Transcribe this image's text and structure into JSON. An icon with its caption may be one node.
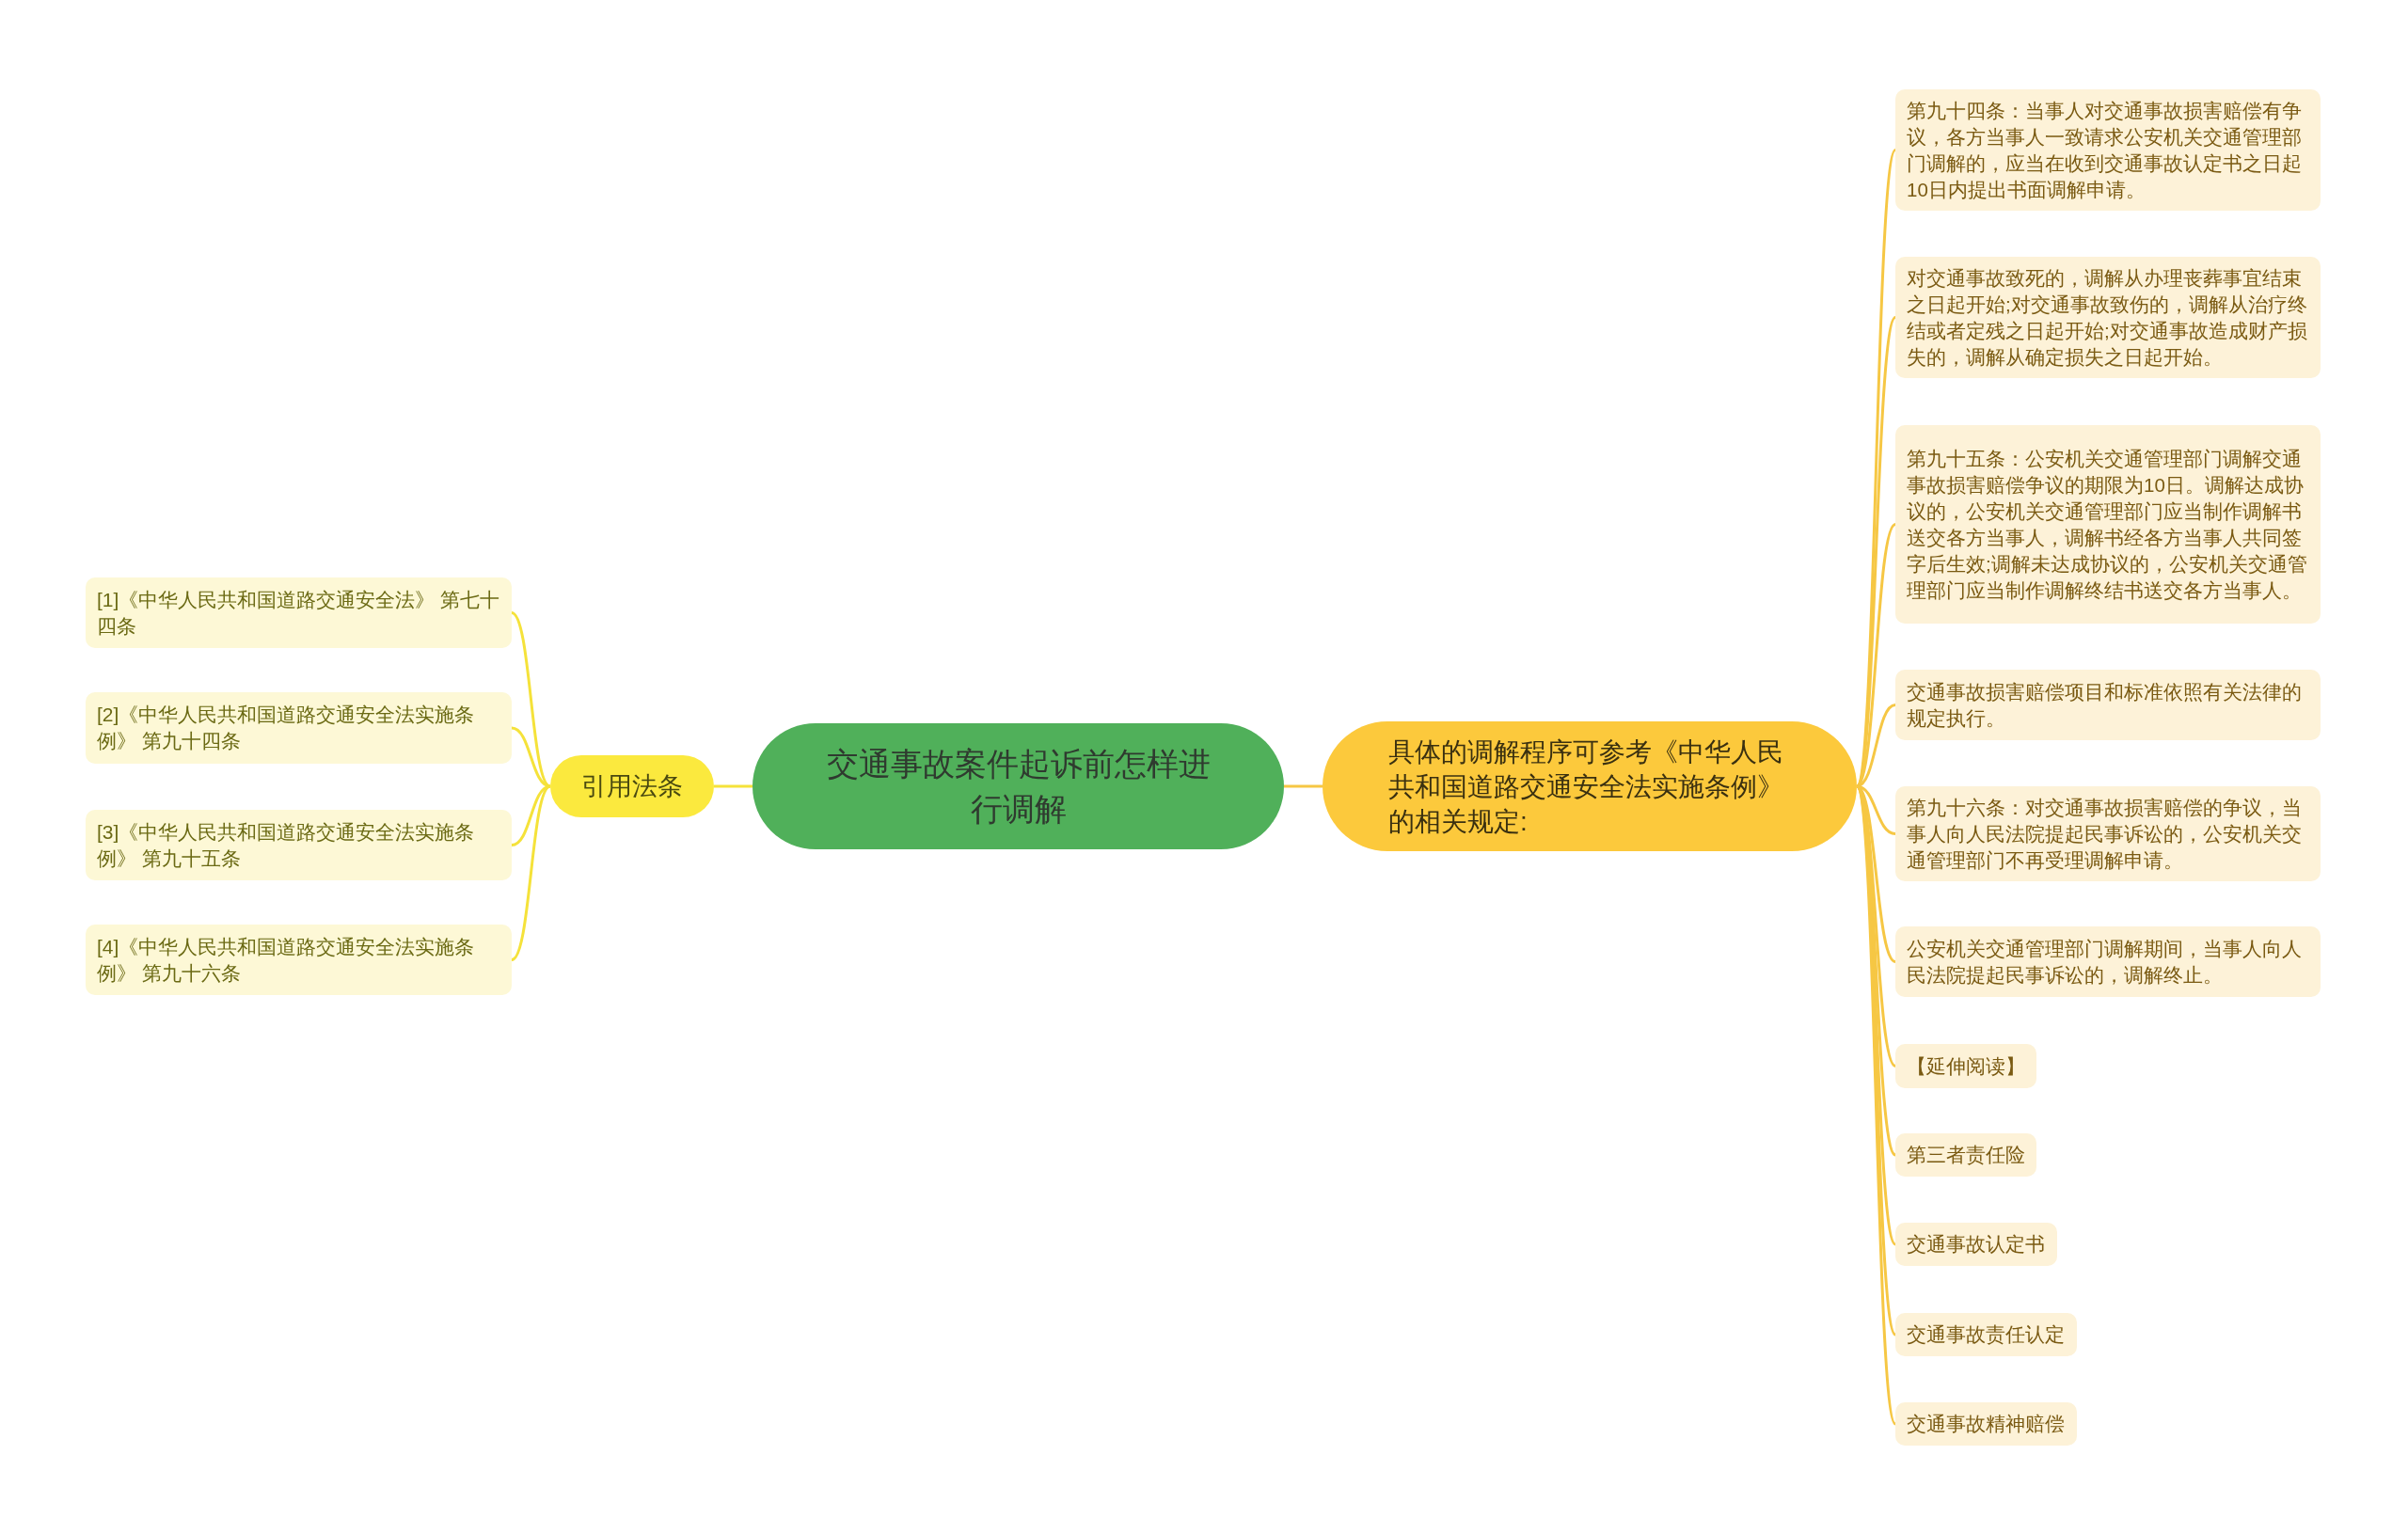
{
  "diagram": {
    "nodes": [
      {
        "text": [
          "交通事故案件起诉前怎样进行调解"
        ]
      },
      {
        "text": [
          "引用法条"
        ]
      },
      {
        "text": [
          "[1]《中华人民共和国道路交通安全法》 第七十四条"
        ]
      },
      {
        "text": [
          "[2]《中华人民共和国道路交通安全法实施条例》 第九十四条"
        ]
      },
      {
        "text": [
          "[3]《中华人民共和国道路交通安全法实施条例》 第九十五条"
        ]
      },
      {
        "text": [
          "[4]《中华人民共和国道路交通安全法实施条例》 第九十六条"
        ]
      },
      {
        "text": [
          "具体的调解程序可参考《中华人民共和国道路交通安全法实施条例》的相关规定:"
        ]
      },
      {
        "text": [
          "第九十四条：当事人对交通事故损害赔偿有争议，各方当事人一致请求公安机关交通管理部门调解的，应当在收到交通事故认定书之日起10日内提出书面调解申请。"
        ]
      },
      {
        "text": [
          "对交通事故致死的，调解从办理丧葬事宜结束之日起开始;对交通事故致伤的，调解从治疗终结或者定残之日起开始;对交通事故造成财产损失的，调解从确定损失之日起开始。"
        ]
      },
      {
        "text": [
          "第九十五条：公安机关交通管理部门调解交通事故损害赔偿争议的期限为10日。调解达成协议的，公安机关交通管理部门应当制作调解书送交各方当事人，调解书经各方当事人共同签字后生效;调解未达成协议的，公安机关交通管理部门应当制作调解终结书送交各方当事人。"
        ]
      },
      {
        "text": [
          "交通事故损害赔偿项目和标准依照有关法律的规定执行。"
        ]
      },
      {
        "text": [
          "第九十六条：对交通事故损害赔偿的争议，当事人向人民法院提起民事诉讼的，公安机关交通管理部门不再受理调解申请。"
        ]
      },
      {
        "text": [
          "公安机关交通管理部门调解期间，当事人向人民法院提起民事诉讼的，调解终止。"
        ]
      },
      {
        "text": [
          "【延伸阅读】"
        ]
      },
      {
        "text": [
          "第三者责任险"
        ]
      },
      {
        "text": [
          "交通事故认定书"
        ]
      },
      {
        "text": [
          "交通事故责任认定"
        ]
      },
      {
        "text": [
          "交通事故精神赔偿"
        ]
      }
    ],
    "edges": [
      {
        "from": 0,
        "to": 1,
        "arrow": "none",
        "color": "#f5e23a"
      },
      {
        "from": 1,
        "to": 2,
        "arrow": "none",
        "color": "#f5e23a"
      },
      {
        "from": 1,
        "to": 3,
        "arrow": "none",
        "color": "#f5e23a"
      },
      {
        "from": 1,
        "to": 4,
        "arrow": "none",
        "color": "#f5e23a"
      },
      {
        "from": 1,
        "to": 5,
        "arrow": "none",
        "color": "#f5e23a"
      },
      {
        "from": 0,
        "to": 6,
        "arrow": "none"
      },
      {
        "from": 6,
        "to": 7,
        "arrow": "none"
      },
      {
        "from": 6,
        "to": 8,
        "arrow": "none"
      },
      {
        "from": 6,
        "to": 9,
        "arrow": "none"
      },
      {
        "from": 6,
        "to": 10,
        "arrow": "none"
      },
      {
        "from": 6,
        "to": 11,
        "arrow": "none"
      },
      {
        "from": 6,
        "to": 12,
        "arrow": "none"
      },
      {
        "from": 6,
        "to": 13,
        "arrow": "none"
      },
      {
        "from": 6,
        "to": 14,
        "arrow": "none"
      },
      {
        "from": 6,
        "to": 15,
        "arrow": "none"
      },
      {
        "from": 6,
        "to": 16,
        "arrow": "none"
      },
      {
        "from": 6,
        "to": 17,
        "arrow": "none"
      }
    ]
  }
}
